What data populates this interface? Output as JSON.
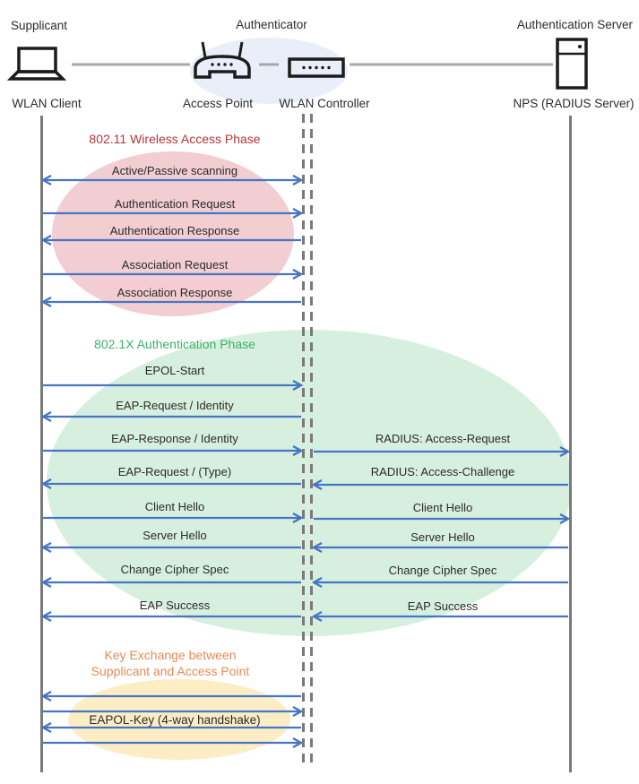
{
  "header": {
    "roles": [
      {
        "label": "Supplicant"
      },
      {
        "label": "Authenticator"
      },
      {
        "label": "Authentication Server"
      }
    ],
    "devices": [
      {
        "label": "WLAN Client",
        "icon": "laptop-icon"
      },
      {
        "label": "Access Point",
        "icon": "access-point-icon"
      },
      {
        "label": "WLAN Controller",
        "icon": "wlan-controller-icon"
      },
      {
        "label": "NPS (RADIUS Server)",
        "icon": "server-icon"
      }
    ]
  },
  "phase1": {
    "title": "802.11 Wireless Access Phase",
    "messages": [
      {
        "label": "Active/Passive scanning",
        "direction": "both"
      },
      {
        "label": "Authentication Request",
        "direction": "right"
      },
      {
        "label": "Authentication Response",
        "direction": "left"
      },
      {
        "label": "Association Request",
        "direction": "right"
      },
      {
        "label": "Association Response",
        "direction": "left"
      }
    ]
  },
  "phase2": {
    "title": "802.1X Authentication Phase",
    "left_messages": [
      {
        "label": "EPOL-Start",
        "direction": "right"
      },
      {
        "label": "EAP-Request / Identity",
        "direction": "left"
      },
      {
        "label": "EAP-Response / Identity",
        "direction": "right"
      },
      {
        "label": "EAP-Request / (Type)",
        "direction": "left"
      },
      {
        "label": "Client Hello",
        "direction": "right"
      },
      {
        "label": "Server Hello",
        "direction": "left"
      },
      {
        "label": "Change Cipher Spec",
        "direction": "left"
      },
      {
        "label": "EAP Success",
        "direction": "left"
      }
    ],
    "right_messages": [
      {
        "label": "RADIUS: Access-Request",
        "direction": "right"
      },
      {
        "label": "RADIUS: Access-Challenge",
        "direction": "left"
      },
      {
        "label": "Client Hello",
        "direction": "right"
      },
      {
        "label": "Server Hello",
        "direction": "left"
      },
      {
        "label": "Change Cipher Spec",
        "direction": "left"
      },
      {
        "label": "EAP Success",
        "direction": "left"
      }
    ]
  },
  "phase3": {
    "title_line1": "Key Exchange between",
    "title_line2": "Supplicant and Access Point",
    "handshake_label": "EAPOL-Key (4-way handshake)",
    "arrows": [
      "left",
      "right",
      "left",
      "right"
    ]
  },
  "colors": {
    "arrow_blue": "#4775c6",
    "lifeline_gray": "#7a7a7a",
    "connector_gray": "#a8a8a8",
    "phase1_title_red": "#b63438",
    "phase1_ellipse_pink": "#f2cdd2",
    "phase2_title_green": "#3bb368",
    "phase2_ellipse_green": "#d6efde",
    "phase3_title_orange": "#e88a54",
    "phase3_ellipse_yellow": "#fcedc5",
    "authenticator_ellipse_blue": "#eaeef8"
  }
}
